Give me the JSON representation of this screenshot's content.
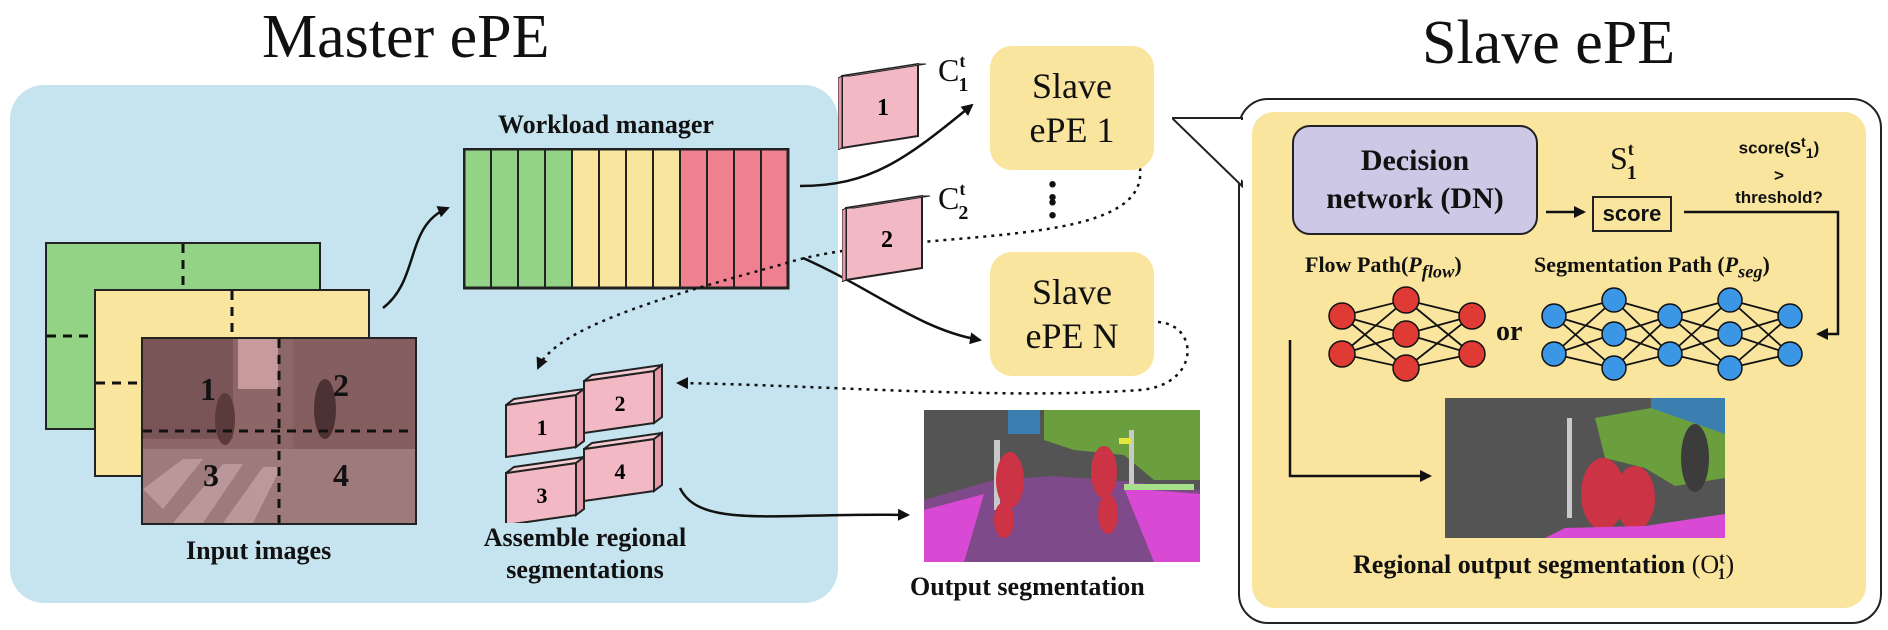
{
  "titles": {
    "master": "Master ePE",
    "slave": "Slave ePE"
  },
  "master": {
    "workload_manager": "Workload manager",
    "input_images": "Input images",
    "assemble_line1": "Assemble regional",
    "assemble_line2": "segmentations",
    "region_numbers": [
      "1",
      "2",
      "3",
      "4"
    ]
  },
  "slaves": {
    "slave1_line1": "Slave",
    "slave1_line2": "ePE 1",
    "slaveN_line1": "Slave",
    "slaveN_line2": "ePE N",
    "chunk1_num": "1",
    "chunk2_num": "2",
    "c1_label": "C",
    "c1_sup": "t",
    "c1_sub": "1",
    "c2_label": "C",
    "c2_sup": "t",
    "c2_sub": "2",
    "ellipsis": ":"
  },
  "output": {
    "label": "Output segmentation"
  },
  "slave_detail": {
    "dn_line1": "Decision",
    "dn_line2": "network (DN)",
    "s_label": "S",
    "s_sup": "t",
    "s_sub": "1",
    "score": "score",
    "cond_line1": "score",
    "cond_paren": "(S",
    "cond_sup": "t",
    "cond_sub": "1",
    "cond_close": ")",
    "cond_line2": ">",
    "cond_line3": "threshold?",
    "flow_label": "Flow Path",
    "flow_sym": "P",
    "flow_sub": "flow",
    "or": "or",
    "seg_label": "Segmentation Path",
    "seg_sym": "P",
    "seg_sub": "seg",
    "regional_label": "Regional output segmentation",
    "regional_sym": "(O",
    "regional_sup": "t",
    "regional_sub": "1",
    "regional_close": ")"
  },
  "colors": {
    "master_bg": "#c5e4ef",
    "slave_bg": "#fae59e",
    "dn_bg": "#ccc8e6",
    "chunk_pink": "#f2b8c4",
    "green": "#92d385",
    "yellow": "#fae59e",
    "red": "#ef8090",
    "node_red": "#e03a35",
    "node_blue": "#3c96e6"
  }
}
